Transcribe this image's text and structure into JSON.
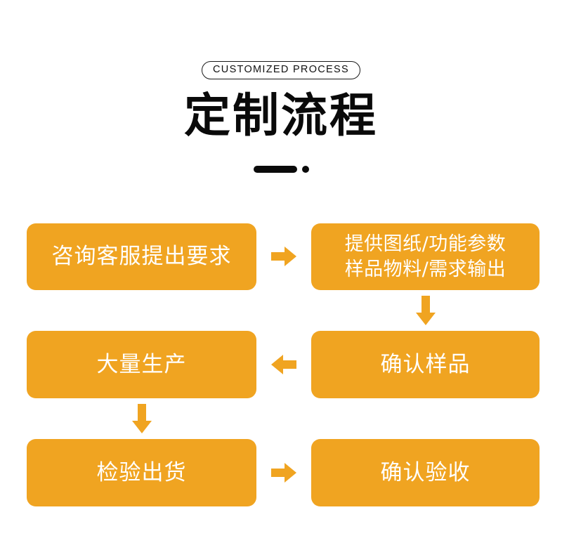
{
  "header": {
    "eyebrow": "CUSTOMIZED PROCESS",
    "title": "定制流程",
    "divider_icon": "bar-dot-divider"
  },
  "theme": {
    "accent": "#F0A421",
    "text_on_accent": "#FFFFFF",
    "title_color": "#0A0A0A",
    "background": "#FFFFFF"
  },
  "flow": {
    "steps": [
      {
        "id": "step-1",
        "label": "咨询客服提出要求",
        "lines": [
          "咨询客服提出要求"
        ],
        "row": 1,
        "column": "left"
      },
      {
        "id": "step-2",
        "label": "提供图纸/功能参数\n样品物料/需求输出",
        "lines": [
          "提供图纸/功能参数",
          "样品物料/需求输出"
        ],
        "row": 1,
        "column": "right"
      },
      {
        "id": "step-3",
        "label": "确认样品",
        "lines": [
          "确认样品"
        ],
        "row": 2,
        "column": "right"
      },
      {
        "id": "step-4",
        "label": "大量生产",
        "lines": [
          "大量生产"
        ],
        "row": 2,
        "column": "left"
      },
      {
        "id": "step-5",
        "label": "检验出货",
        "lines": [
          "检验出货"
        ],
        "row": 3,
        "column": "left"
      },
      {
        "id": "step-6",
        "label": "确认验收",
        "lines": [
          "确认验收"
        ],
        "row": 3,
        "column": "right"
      }
    ],
    "connectors": [
      {
        "id": "connector-1",
        "icon": "arrow-right-icon",
        "direction": "right",
        "from": "step-1",
        "to": "step-2"
      },
      {
        "id": "connector-2",
        "icon": "arrow-down-icon",
        "direction": "down",
        "from": "step-2",
        "to": "step-3"
      },
      {
        "id": "connector-3",
        "icon": "arrow-left-icon",
        "direction": "left",
        "from": "step-3",
        "to": "step-4"
      },
      {
        "id": "connector-4",
        "icon": "arrow-down-icon",
        "direction": "down",
        "from": "step-4",
        "to": "step-5"
      },
      {
        "id": "connector-5",
        "icon": "arrow-right-icon",
        "direction": "right",
        "from": "step-5",
        "to": "step-6"
      }
    ]
  }
}
